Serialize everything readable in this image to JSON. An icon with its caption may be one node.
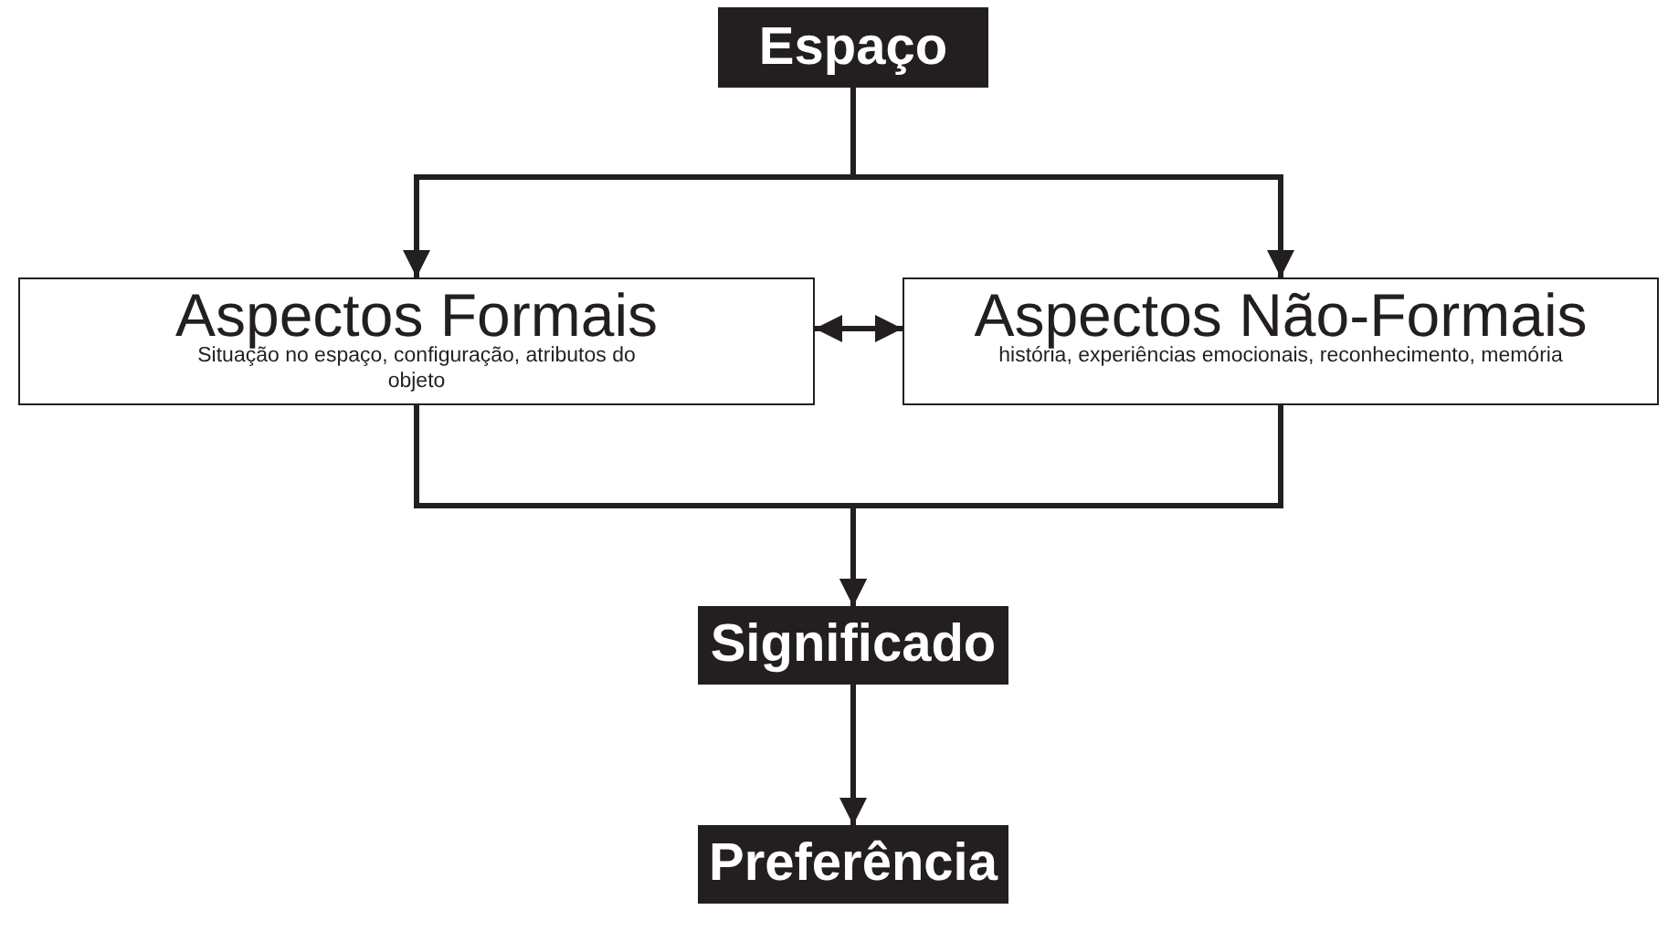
{
  "diagram": {
    "nodes": [
      {
        "text": [
          "Espaço"
        ]
      },
      {
        "text": [
          "Aspectos Formais",
          "Situação no espaço, configuração, atributos do objeto"
        ]
      },
      {
        "text": [
          "Aspectos Não-Formais",
          "história, experiências emocionais, reconhecimento, memória"
        ]
      },
      {
        "text": [
          "Significado"
        ]
      },
      {
        "text": [
          "Preferência"
        ]
      }
    ],
    "edges": [
      {
        "from": 0,
        "to": 1,
        "arrow": "to"
      },
      {
        "from": 0,
        "to": 2,
        "arrow": "to"
      },
      {
        "from": 1,
        "to": 2,
        "arrow": "both"
      },
      {
        "from": 1,
        "to": 3,
        "arrow": "to"
      },
      {
        "from": 2,
        "to": 3,
        "arrow": "to"
      },
      {
        "from": 3,
        "to": 4,
        "arrow": "to"
      }
    ]
  }
}
